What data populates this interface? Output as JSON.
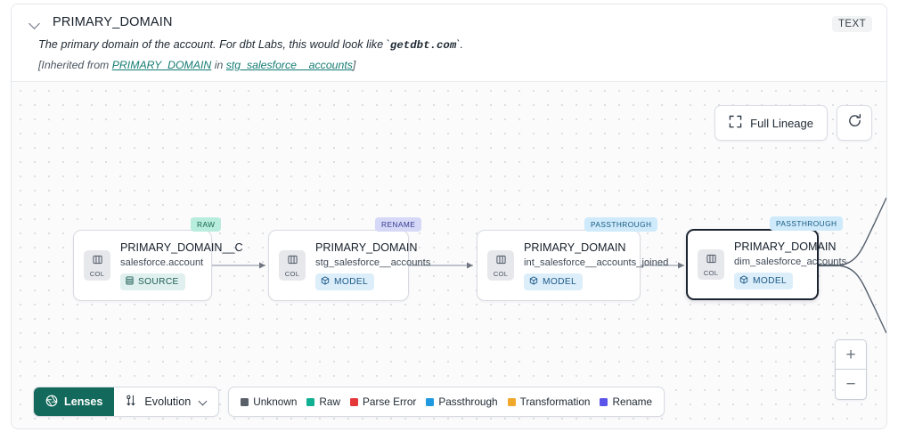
{
  "header": {
    "chevron_icon": "chevron-down-icon",
    "title": "PRIMARY_DOMAIN",
    "type_badge": "TEXT",
    "description_pre": "The primary domain of the account. For dbt Labs, this would look like `",
    "description_code": "getdbt.com",
    "description_post": "`.",
    "inherit_prefix": "[Inherited from ",
    "inherit_link_1": "PRIMARY_DOMAIN",
    "inherit_mid": " in ",
    "inherit_link_2": "stg_salesforce__accounts",
    "inherit_suffix": "]"
  },
  "controls": {
    "full_lineage_label": "Full Lineage",
    "full_lineage_icon": "expand-corners-icon",
    "refresh_icon": "refresh-icon",
    "zoom_in_label": "+",
    "zoom_out_label": "−"
  },
  "graph": {
    "nodes": [
      {
        "tag": "RAW",
        "tag_kind": "raw",
        "col_label": "COL",
        "title": "PRIMARY_DOMAIN__C",
        "subtitle": "salesforce.account",
        "pill_label": "SOURCE",
        "pill_kind": "source",
        "pill_icon": "database-icon",
        "selected": false
      },
      {
        "tag": "RENAME",
        "tag_kind": "rename",
        "col_label": "COL",
        "title": "PRIMARY_DOMAIN",
        "subtitle": "stg_salesforce__accounts",
        "pill_label": "MODEL",
        "pill_kind": "model",
        "pill_icon": "cube-icon",
        "selected": false
      },
      {
        "tag": "PASSTHROUGH",
        "tag_kind": "pass",
        "col_label": "COL",
        "title": "PRIMARY_DOMAIN",
        "subtitle": "int_salesforce__accounts_joined",
        "pill_label": "MODEL",
        "pill_kind": "model",
        "pill_icon": "cube-icon",
        "selected": false
      },
      {
        "tag": "PASSTHROUGH",
        "tag_kind": "pass",
        "col_label": "COL",
        "title": "PRIMARY_DOMAIN",
        "subtitle": "dim_salesforce_accounts",
        "pill_label": "MODEL",
        "pill_kind": "model",
        "pill_icon": "cube-icon",
        "selected": true
      }
    ]
  },
  "bottom": {
    "lenses_label": "Lenses",
    "lenses_icon": "aperture-icon",
    "evolution_label": "Evolution",
    "evolution_icon": "evolution-arrows-icon",
    "evolution_chevron": "chevron-down-icon",
    "legend": [
      {
        "label": "Unknown",
        "color": "#5b6169"
      },
      {
        "label": "Raw",
        "color": "#10b093"
      },
      {
        "label": "Parse Error",
        "color": "#e5383b"
      },
      {
        "label": "Passthrough",
        "color": "#1f9ae0"
      },
      {
        "label": "Transformation",
        "color": "#f0a92b"
      },
      {
        "label": "Rename",
        "color": "#5a55e8"
      }
    ]
  },
  "colors": {
    "accent": "#136a5c",
    "link": "#147b72",
    "canvas_bg": "#fbfbfc",
    "node_border": "#d7dbe1",
    "selected_border": "#1b2430"
  }
}
